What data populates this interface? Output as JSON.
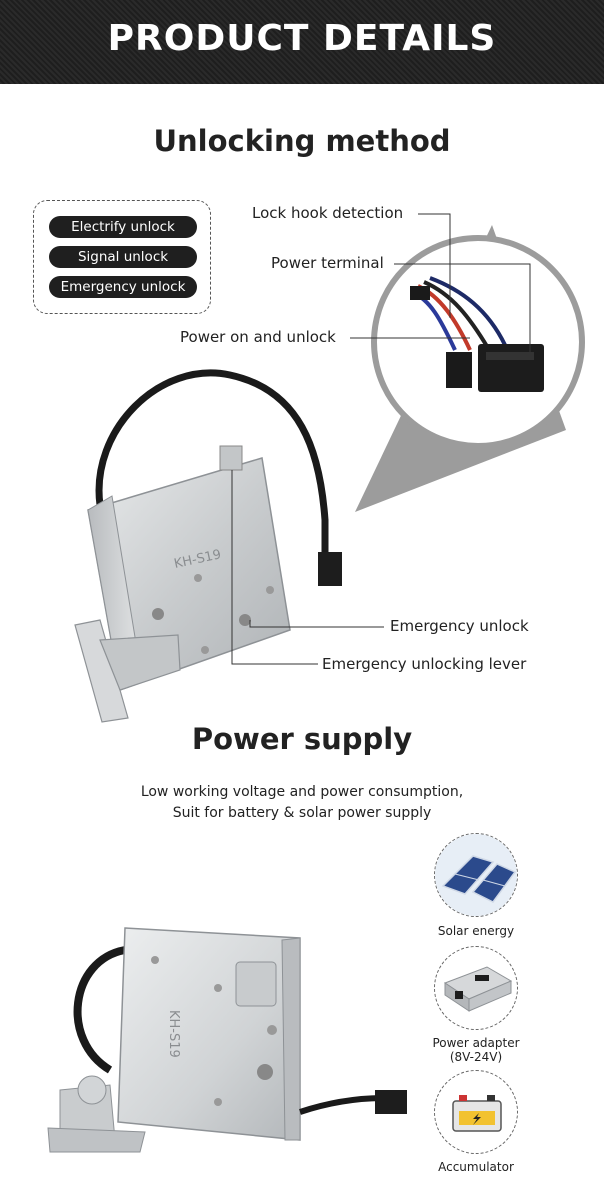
{
  "header": {
    "title": "PRODUCT DETAILS"
  },
  "unlocking": {
    "title": "Unlocking method",
    "methods": [
      "Electrify unlock",
      "Signal unlock",
      "Emergency unlock"
    ],
    "callouts": {
      "lock_hook": "Lock hook detection",
      "power_terminal": "Power terminal",
      "power_on": "Power on and unlock",
      "emergency_unlock": "Emergency unlock",
      "emergency_lever": "Emergency unlocking lever"
    }
  },
  "power": {
    "title": "Power supply",
    "line1": "Low working voltage and power consumption,",
    "line2": "Suit for battery & solar power supply",
    "sources": [
      {
        "label": "Solar energy",
        "sub": ""
      },
      {
        "label": "Power adapter",
        "sub": "(8V-24V)"
      },
      {
        "label": "Accumulator",
        "sub": ""
      }
    ]
  },
  "product_marking": "KH-S19",
  "colors": {
    "banner": "#222222",
    "pill": "#1f1f1f",
    "magnifier": "#9a9a9a",
    "metal": "#cfd2d4"
  }
}
